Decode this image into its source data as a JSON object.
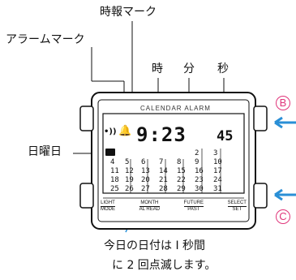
{
  "labels": {
    "hourly_chime_mark": "時報マーク",
    "alarm_mark": "アラームマーク",
    "hour": "時",
    "minute": "分",
    "second": "秒",
    "day_of_week": "日曜日",
    "note_line1": "今日の日付は I 秒間",
    "note_line2": "に 2 回点滅します。"
  },
  "watch": {
    "brand_text": "CALENDAR ALARM",
    "time_main": "9:23",
    "time_seconds": "45",
    "calendar_rows": [
      [
        "",
        "",
        "",
        "",
        "",
        "2",
        "3"
      ],
      [
        "4",
        "5",
        "6",
        "7",
        "8",
        "9",
        "10"
      ],
      [
        "11",
        "12",
        "13",
        "14",
        "15",
        "16",
        "17"
      ],
      [
        "18",
        "19",
        "20",
        "21",
        "22",
        "23",
        "24"
      ],
      [
        "25",
        "26",
        "27",
        "28",
        "29",
        "30",
        "31"
      ]
    ],
    "buttons": [
      {
        "top": "LIGHT",
        "bottom": "MODE"
      },
      {
        "top": "MONTH",
        "bottom": "AL READ"
      },
      {
        "top": "FUTURE",
        "bottom": "PAST"
      },
      {
        "top": "SELECT",
        "bottom": "SET"
      }
    ]
  },
  "side_buttons": {
    "b_label": "B",
    "c_label": "C"
  },
  "colors": {
    "accent_pink": "#e0357a",
    "arrow_blue": "#2a8fd6"
  }
}
